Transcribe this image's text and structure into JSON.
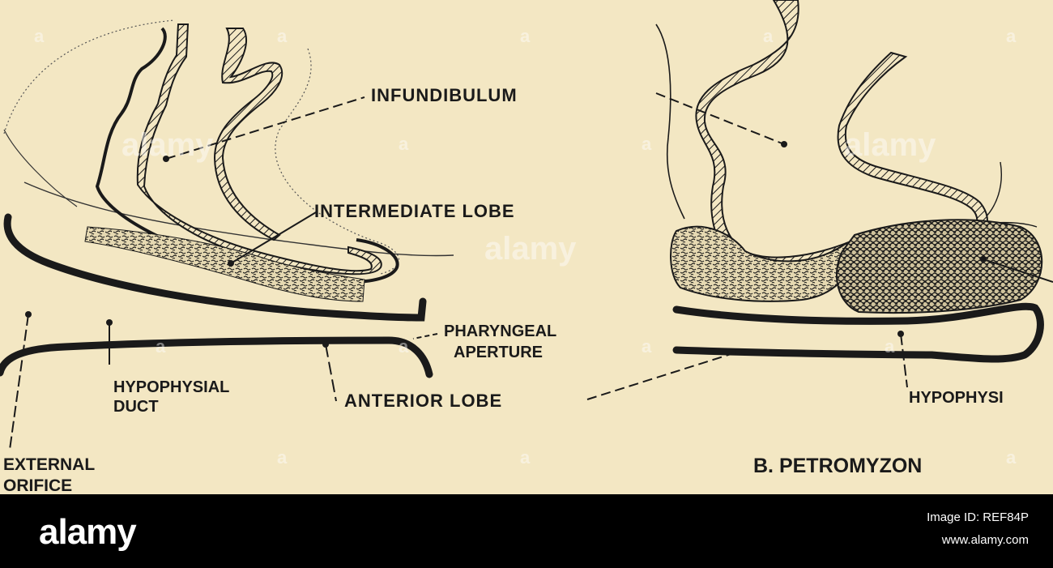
{
  "labels": {
    "infundibulum": "INFUNDIBULUM",
    "intermediate_lobe": "INTERMEDIATE LOBE",
    "pharyngeal": "PHARYNGEAL",
    "aperture": "APERTURE",
    "hypophysial": "HYPOPHYSIAL",
    "duct": "DUCT",
    "anterior_lobe": "ANTERIOR LOBE",
    "hypophysi_right": "HYPOPHYSI",
    "external": "EXTERNAL",
    "orifice": "ORIFICE",
    "panel_b_title": "B. PETROMYZON"
  },
  "watermark": {
    "text": "alamy",
    "letter": "a"
  },
  "footer": {
    "logo": "alamy",
    "image_id": "Image ID: REF84P",
    "site": "www.alamy.com"
  },
  "colors": {
    "paper": "#f3e7c3",
    "ink": "#1a1a1a",
    "footer_bg": "#000000"
  }
}
